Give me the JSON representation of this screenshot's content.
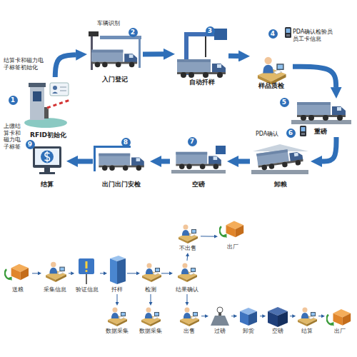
{
  "diagram": {
    "nodes": [
      {
        "text": [
          "RFID初始化",
          "结算卡和磁力电子标签初始化"
        ]
      },
      {
        "text": [
          "入门登记",
          "车辆识别"
        ]
      },
      {
        "text": [
          "自动扦样"
        ]
      },
      {
        "text": [
          "样品质检",
          "PDA确认检验员员工卡信息"
        ]
      },
      {
        "text": [
          "重磅"
        ]
      },
      {
        "text": [
          "卸粮",
          "PDA确认"
        ]
      },
      {
        "text": [
          "空磅"
        ]
      },
      {
        "text": [
          "出门出门安检"
        ]
      },
      {
        "text": [
          "结算",
          "上缴结算卡和磁力电子标签"
        ]
      },
      {
        "text": [
          "送粮"
        ]
      },
      {
        "text": [
          "采集信息"
        ]
      },
      {
        "text": [
          "验证信息"
        ]
      },
      {
        "text": [
          "扦样"
        ]
      },
      {
        "text": [
          "检测"
        ]
      },
      {
        "text": [
          "结果确认"
        ]
      },
      {
        "text": [
          "不出售"
        ]
      },
      {
        "text": [
          "出厂"
        ]
      },
      {
        "text": [
          "数据采集"
        ]
      },
      {
        "text": [
          "数据采集"
        ]
      },
      {
        "text": [
          "出售"
        ]
      },
      {
        "text": [
          "过磅"
        ]
      },
      {
        "text": [
          "卸货"
        ]
      },
      {
        "text": [
          "空磅"
        ]
      },
      {
        "text": [
          "结算"
        ]
      },
      {
        "text": [
          "出厂"
        ]
      }
    ],
    "edges": [
      {
        "from": 0,
        "to": 1,
        "arrow": "to"
      },
      {
        "from": 1,
        "to": 2,
        "arrow": "to"
      },
      {
        "from": 2,
        "to": 3,
        "arrow": "to"
      },
      {
        "from": 3,
        "to": 4,
        "arrow": "to"
      },
      {
        "from": 4,
        "to": 5,
        "arrow": "to"
      },
      {
        "from": 5,
        "to": 6,
        "arrow": "to"
      },
      {
        "from": 6,
        "to": 7,
        "arrow": "to"
      },
      {
        "from": 7,
        "to": 8,
        "arrow": "to"
      },
      {
        "from": 9,
        "to": 10,
        "arrow": "to"
      },
      {
        "from": 10,
        "to": 11,
        "arrow": "to"
      },
      {
        "from": 11,
        "to": 12,
        "arrow": "to"
      },
      {
        "from": 12,
        "to": 13,
        "arrow": "to"
      },
      {
        "from": 13,
        "to": 14,
        "arrow": "to"
      },
      {
        "from": 14,
        "to": 15,
        "arrow": "to"
      },
      {
        "from": 15,
        "to": 16,
        "arrow": "to"
      },
      {
        "from": 14,
        "to": 19,
        "arrow": "to"
      },
      {
        "from": 19,
        "to": 20,
        "arrow": "to"
      },
      {
        "from": 20,
        "to": 21,
        "arrow": "to"
      },
      {
        "from": 21,
        "to": 22,
        "arrow": "to"
      },
      {
        "from": 22,
        "to": 23,
        "arrow": "to"
      },
      {
        "from": 23,
        "to": 24,
        "arrow": "to"
      },
      {
        "from": 12,
        "to": 17,
        "arrow": "to"
      },
      {
        "from": 13,
        "to": 18,
        "arrow": "to"
      }
    ],
    "labels": [
      "1",
      "2",
      "3",
      "4",
      "5",
      "6",
      "7",
      "8",
      "9"
    ]
  }
}
